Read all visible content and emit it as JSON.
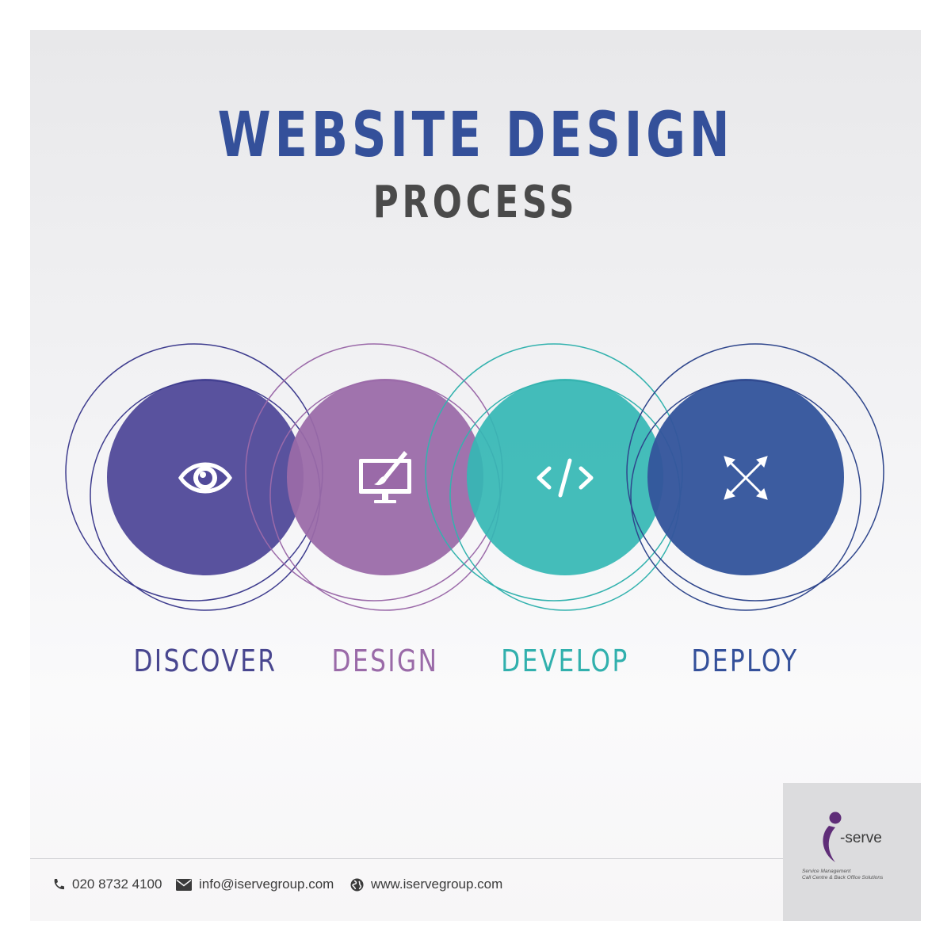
{
  "title": "WEBSITE DESIGN",
  "subtitle": "PROCESS",
  "steps": [
    {
      "label": "DISCOVER",
      "icon": "eye-icon",
      "color": "#524b9a",
      "ring": "#3e3c8e"
    },
    {
      "label": "DESIGN",
      "icon": "monitor-paintbrush-icon",
      "color": "#9a6aa8",
      "ring": "#9b6aa9"
    },
    {
      "label": "DEVELOP",
      "icon": "code-brackets-icon",
      "color": "#34b7b4",
      "ring": "#33b2ae"
    },
    {
      "label": "DEPLOY",
      "icon": "expand-arrows-icon",
      "color": "#34559c",
      "ring": "#2f468c"
    }
  ],
  "contact": {
    "phone": "020 8732 4100",
    "email": "info@iservegroup.com",
    "website": "www.iservegroup.com"
  },
  "logo": {
    "name": "-serve",
    "tagline_1": "Service Management",
    "tagline_2": "Call Centre & Back Office Solutions"
  }
}
